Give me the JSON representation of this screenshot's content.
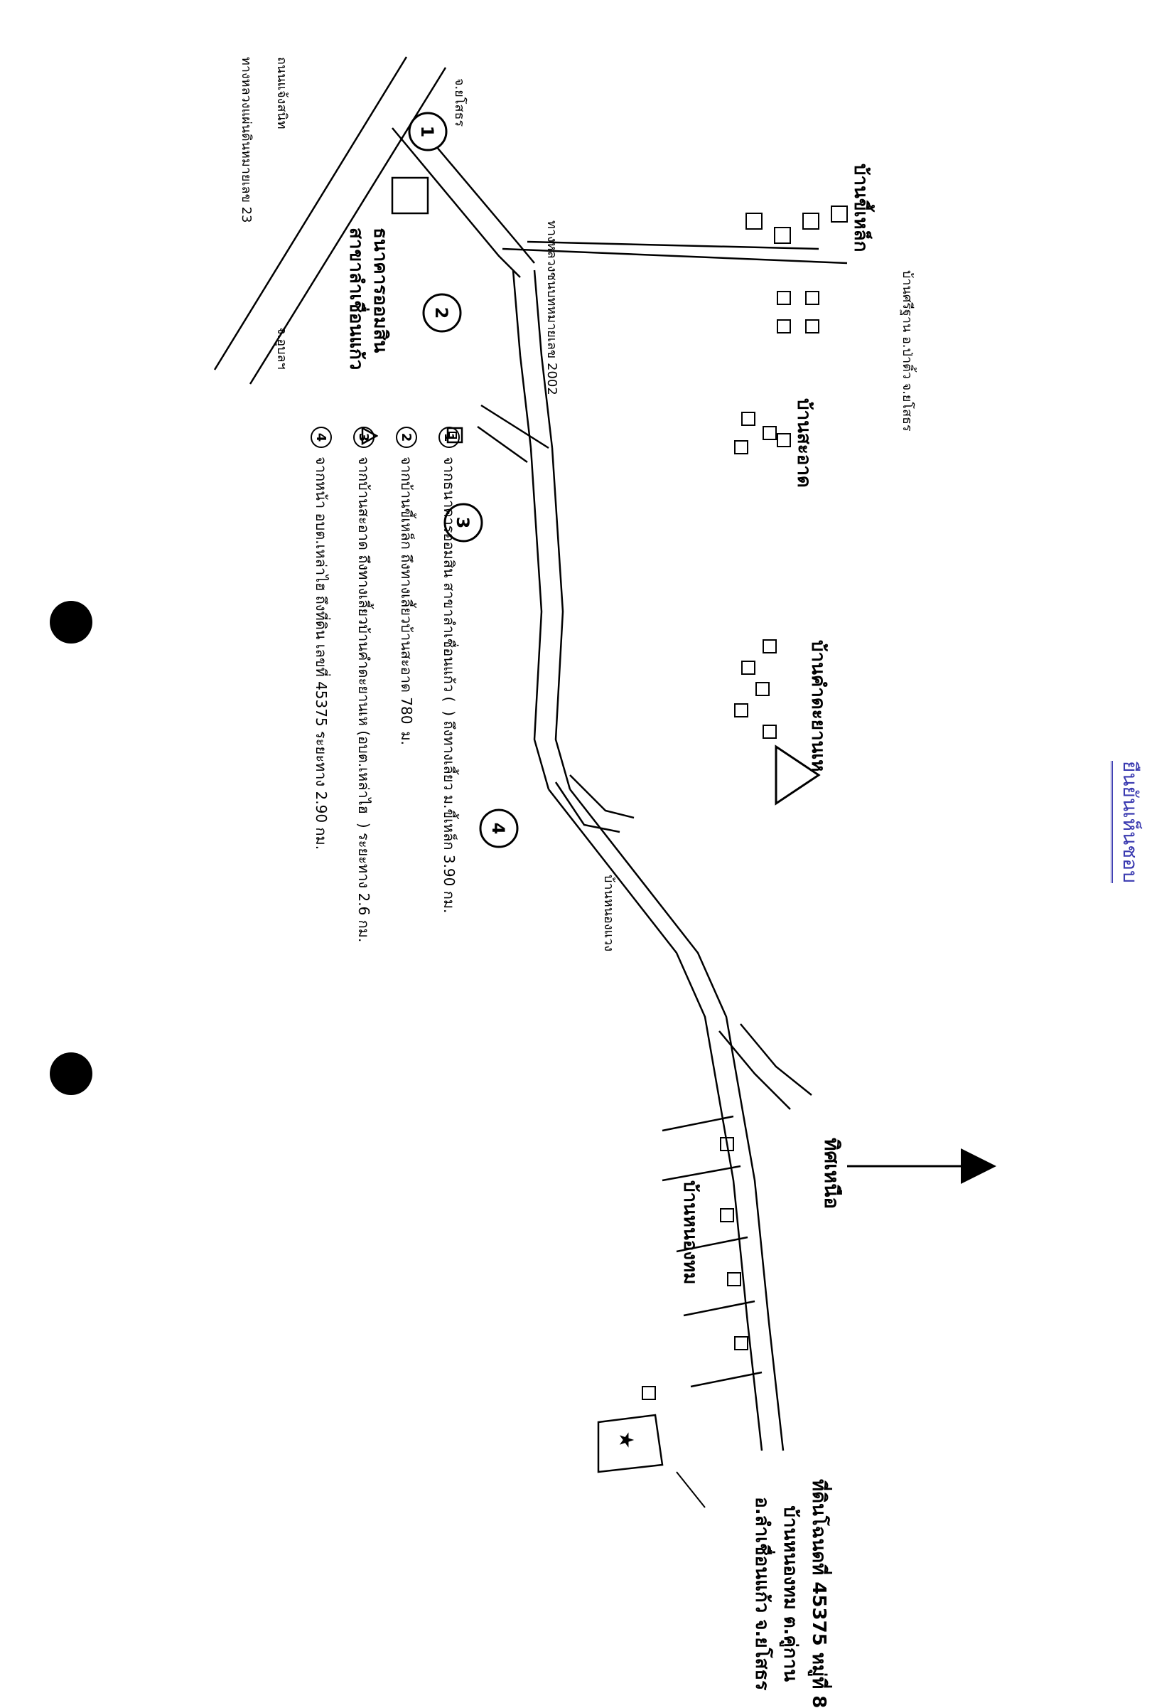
{
  "map": {
    "title_parcel": {
      "line1": "ที่ดินโฉนดที่ 45375 หมู่ที่ 8",
      "line2": "บ้านหนองทม ต.คู่กาน",
      "line3": "อ.ลำเชื่อนแก้ว จ.ยโสธร"
    },
    "north_label": "ทิศเหนือ",
    "places": {
      "ban_chiang_lek": "บ้านขี้เหล็ก",
      "ban_sa_at": "บ้านสะอาด",
      "ban_khwao": "บ้านคำดะยานเห",
      "ban_nong_thom": "บ้านหนองทม",
      "ban_nong_waeng": "บ้านหนองแวง",
      "ban_si_than": "บ้านศรีฐาน อ.ป่าติ้ว จ.ยโสธร"
    },
    "roads": {
      "hwy_23": "ทางหลวงแผ่นดินหมายเลข 23",
      "hwy_2002": "ทางหลวงชนบทหมายเลข 2002",
      "street": "ถนนแจ้งสนิท"
    },
    "directions": {
      "to_yasothon": "จ.ยโสธร",
      "to_ubon": "จ.อุบลฯ"
    },
    "office": {
      "line1": "ธนาคารออมสิน",
      "line2": "สาขาลำเชื่อนแก้ว"
    },
    "markers": [
      "1",
      "2",
      "3",
      "4"
    ]
  },
  "legend": [
    {
      "num": "1",
      "text_before": "จากธนาคารออมสิน สาขาลำเชื่อนแก้ว (",
      "icon": "bank-icon",
      "text_after": ") ถึงทางเลี้ยว ม.ขี้เหล็ก 3.90 กม."
    },
    {
      "num": "2",
      "text_before": "จากบ้านขี้เหล็ก ถึงทางเลี้ยวบ้านสะอาด 780",
      "icon": "",
      "text_after": "ม."
    },
    {
      "num": "3",
      "text_before": "จากบ้านสะอาด ถึงทางเลี้ยวบ้านคำดะยานเห (อบต.เหล่าไฮ",
      "icon": "triangle-icon",
      "text_after": ") ระยะทาง 2.6 กม."
    },
    {
      "num": "4",
      "text_before": "จากหน้า อบต.เหล่าไฮ ถึงที่ดิน เลขที่ 45375 ระยะทาง 2.90 กม.",
      "icon": "",
      "text_after": ""
    }
  ],
  "handwriting": "ยืนยันเห็นชอบ",
  "colors": {
    "ink": "#000000",
    "pen": "#3a3ab0"
  }
}
